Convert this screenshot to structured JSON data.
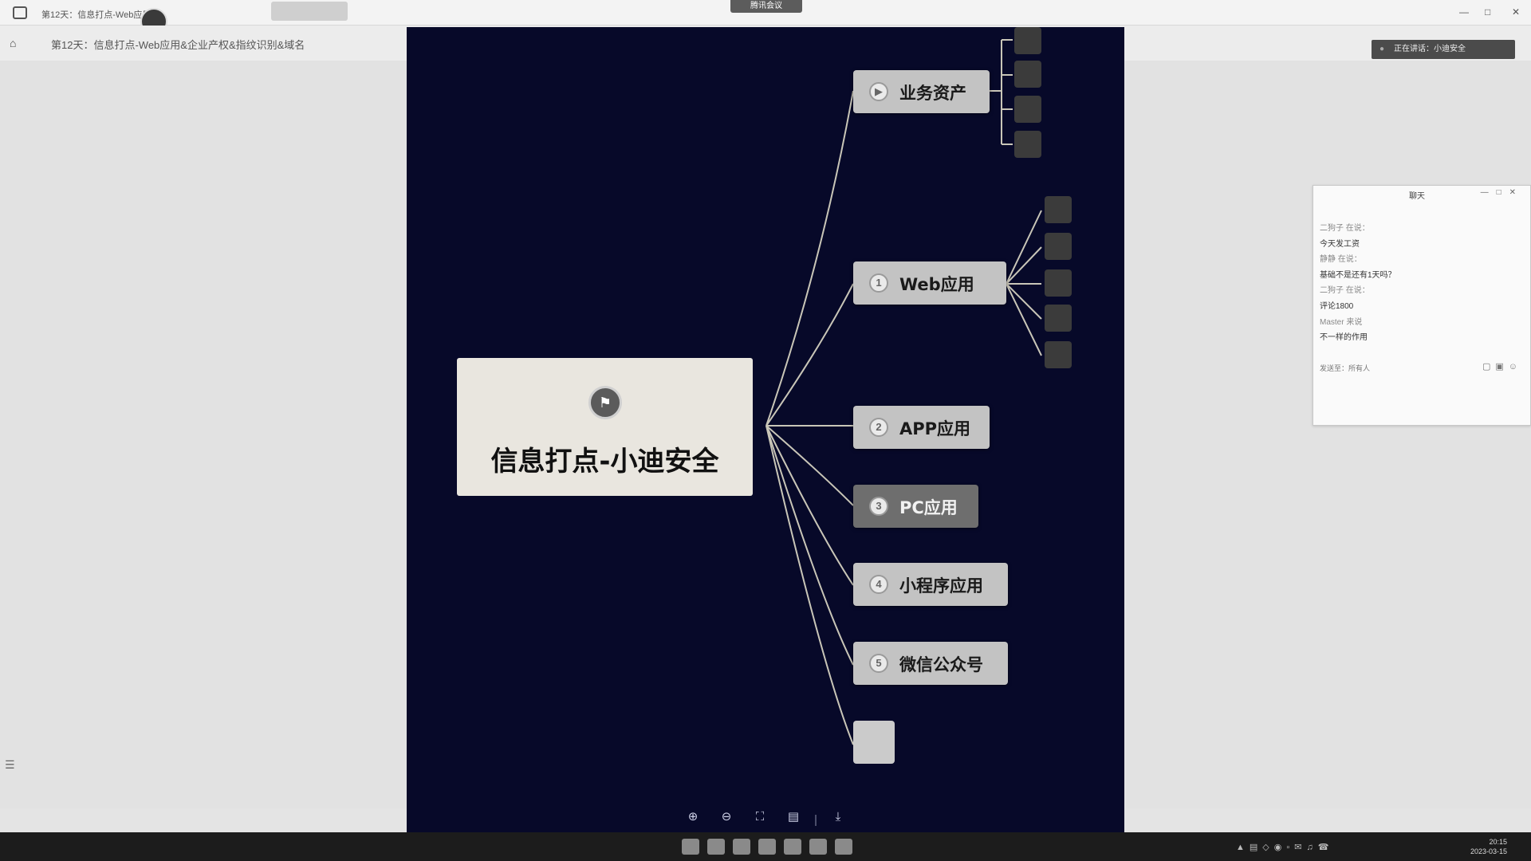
{
  "window": {
    "tab_title": "第12天：信息打点-Web应用...",
    "meeting_label": "腾讯会议",
    "controls": [
      "—",
      "□",
      "✕"
    ]
  },
  "toolbar": {
    "doc_title": "第12天：信息打点-Web应用&企业产权&指纹识别&域名"
  },
  "speaking": "正在讲话：小迪安全",
  "mindmap": {
    "root_icon": "flag-icon",
    "root_title": "信息打点-小迪安全",
    "branches": [
      {
        "num": "▶",
        "label": "业务资产"
      },
      {
        "num": "1",
        "label": "Web应用"
      },
      {
        "num": "2",
        "label": "APP应用"
      },
      {
        "num": "3",
        "label": "PC应用"
      },
      {
        "num": "4",
        "label": "小程序应用"
      },
      {
        "num": "5",
        "label": "微信公众号"
      }
    ]
  },
  "chat": {
    "title": "聊天",
    "messages": [
      {
        "text": "二狗子 在说：",
        "sys": true
      },
      {
        "text": "今天发工资",
        "sys": false
      },
      {
        "text": "静静 在说：",
        "sys": true
      },
      {
        "text": "基础不是还有1天吗？",
        "sys": false
      },
      {
        "text": "二狗子 在说：",
        "sys": true
      },
      {
        "text": "评论1800",
        "sys": false
      },
      {
        "text": "Master 来说",
        "sys": true
      },
      {
        "text": "不一样的作用",
        "sys": false
      }
    ],
    "send_to": "发送至：所有人"
  },
  "taskbar": {
    "time": "20:15",
    "date": "2023-03-15"
  }
}
